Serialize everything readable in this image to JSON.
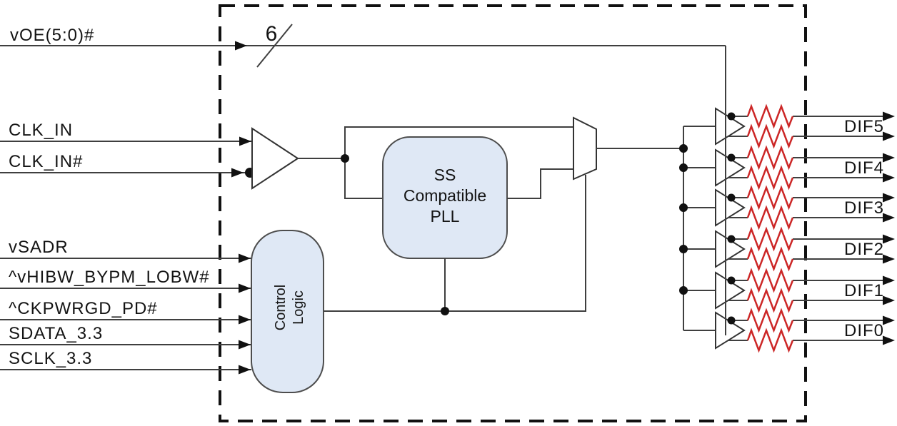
{
  "signals": {
    "voe": "vOE(5:0)#",
    "clk_in": "CLK_IN",
    "clk_in_n": "CLK_IN#",
    "vsadr": "vSADR",
    "vhibw": "^vHIBW_BYPM_LOBW#",
    "ckpwrgd": "^CKPWRGD_PD#",
    "sdata": "SDATA_3.3",
    "sclk": "SCLK_3.3"
  },
  "bus": {
    "width": "6"
  },
  "blocks": {
    "pll": {
      "line1": "SS",
      "line2": "Compatible",
      "line3": "PLL"
    },
    "control": {
      "line1": "Control",
      "line2": "Logic"
    }
  },
  "outputs": [
    {
      "label": "DIF5"
    },
    {
      "label": "DIF4"
    },
    {
      "label": "DIF3"
    },
    {
      "label": "DIF2"
    },
    {
      "label": "DIF1"
    },
    {
      "label": "DIF0"
    }
  ],
  "colors": {
    "resistor": "#cc2626",
    "block_fill": "#dfe8f5",
    "block_stroke": "#4d4d4d",
    "wire": "#3f3f3f",
    "text": "#141414"
  }
}
